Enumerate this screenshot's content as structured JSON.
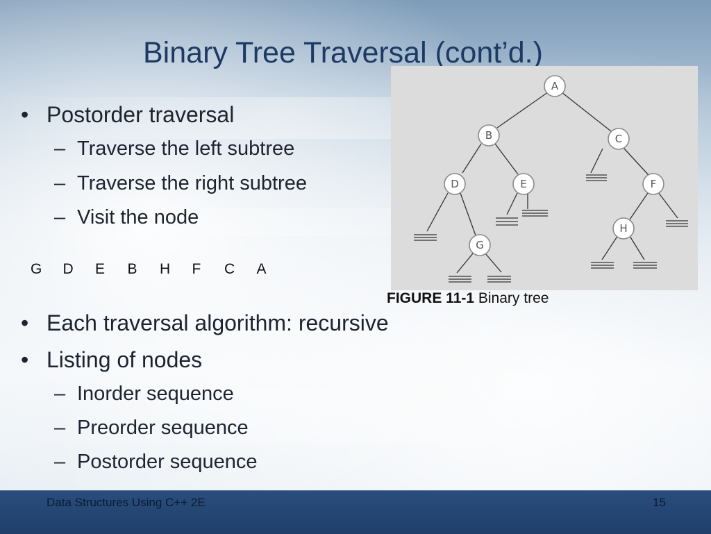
{
  "slide": {
    "title": "Binary Tree Traversal (cont’d.)",
    "bullets_top": [
      {
        "level": 1,
        "text": "Postorder traversal"
      },
      {
        "level": 2,
        "text": "Traverse the left subtree"
      },
      {
        "level": 2,
        "text": "Traverse the right subtree"
      },
      {
        "level": 2,
        "text": "Visit the node"
      }
    ],
    "postorder_sequence": [
      "G",
      "D",
      "E",
      "B",
      "H",
      "F",
      "C",
      "A"
    ],
    "bullets_bottom": [
      {
        "level": 1,
        "text": "Each traversal algorithm: recursive"
      },
      {
        "level": 1,
        "text": "Listing of nodes"
      },
      {
        "level": 2,
        "text": "Inorder sequence"
      },
      {
        "level": 2,
        "text": "Preorder sequence"
      },
      {
        "level": 2,
        "text": "Postorder sequence"
      }
    ]
  },
  "figure": {
    "caption_label": "FIGURE 11-1",
    "caption_text": " Binary tree",
    "nodes": [
      {
        "id": "A",
        "label": "A"
      },
      {
        "id": "B",
        "label": "B"
      },
      {
        "id": "C",
        "label": "C"
      },
      {
        "id": "D",
        "label": "D"
      },
      {
        "id": "E",
        "label": "E"
      },
      {
        "id": "F",
        "label": "F"
      },
      {
        "id": "G",
        "label": "G"
      },
      {
        "id": "H",
        "label": "H"
      }
    ],
    "edges": [
      [
        "A",
        "B"
      ],
      [
        "A",
        "C"
      ],
      [
        "B",
        "D"
      ],
      [
        "B",
        "E"
      ],
      [
        "D",
        "G"
      ],
      [
        "C",
        "F"
      ],
      [
        "F",
        "H"
      ]
    ]
  },
  "footer": {
    "left_text": "Data Structures Using C++ 2E",
    "page_number": "15"
  }
}
